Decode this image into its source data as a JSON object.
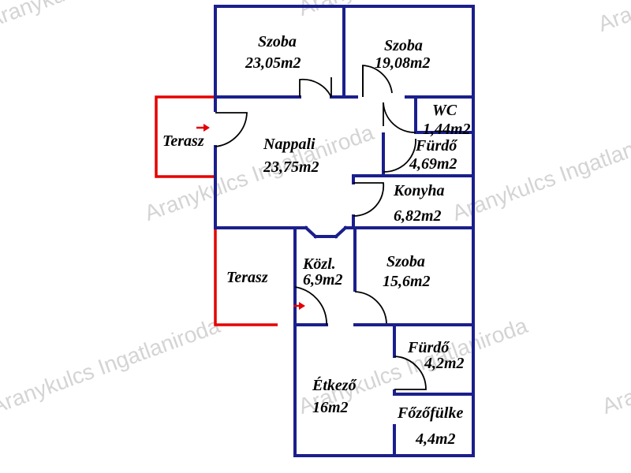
{
  "watermark": {
    "text": "Aranykulcs Ingatlaniroda",
    "color": "#d4d4d4"
  },
  "colors": {
    "wall": "#1b1f8c",
    "terrace_outline": "#e60000",
    "entrance_arrow": "#e60000",
    "window": "#b7d3ec",
    "door": "#000000"
  },
  "rooms": {
    "szoba1": {
      "name": "Szoba",
      "area": "23,05m2"
    },
    "szoba2": {
      "name": "Szoba",
      "area": "19,08m2"
    },
    "wc": {
      "name": "WC",
      "area": "1,44m2"
    },
    "furdo1": {
      "name": "Fürdő",
      "area": "4,69m2"
    },
    "nappali": {
      "name": "Nappali",
      "area": "23,75m2"
    },
    "konyha": {
      "name": "Konyha",
      "area": "6,82m2"
    },
    "terasz1": {
      "name": "Terasz"
    },
    "terasz2": {
      "name": "Terasz"
    },
    "kozl": {
      "name": "Közl.",
      "area": "6,9m2"
    },
    "szoba3": {
      "name": "Szoba",
      "area": "15,6m2"
    },
    "furdo2": {
      "name": "Fürdő",
      "area": "4,2m2"
    },
    "etkezo": {
      "name": "Étkező",
      "area": "16m2"
    },
    "fozofulke": {
      "name": "Főzőfülke",
      "area": "4,4m2"
    }
  }
}
